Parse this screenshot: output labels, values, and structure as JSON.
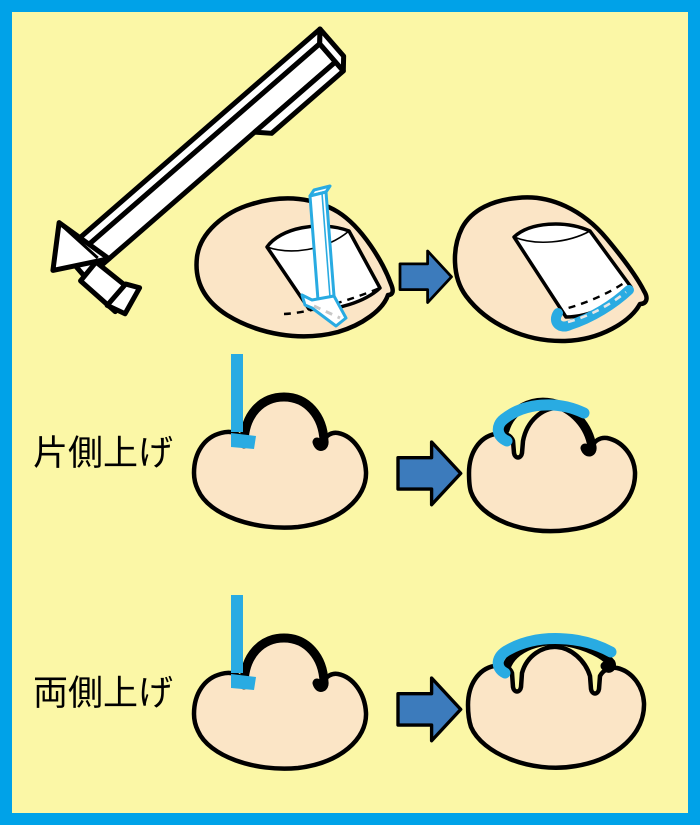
{
  "colors": {
    "border-blue": "#00A2E8",
    "bg-yellow": "#FBF7A6",
    "skin": "#FBE5C6",
    "nail-white": "#FFFFFF",
    "tool-blue": "#29ABE2",
    "arrow-blue": "#3C7BBC",
    "line-black": "#000000"
  },
  "figure": {
    "tool_icon": "nail-lift-wire-tool-3d",
    "top_row": {
      "before_icon": "toenail-top-view-tool-inserted",
      "arrow_icon": "right-arrow",
      "after_icon": "toenail-top-view-clip-attached"
    },
    "rows": [
      {
        "id": "one-side-lift",
        "label": "片側上げ",
        "before_icon": "toe-cross-section-tool-hooked",
        "arrow_icon": "right-arrow",
        "after_icon": "toe-cross-section-one-side-lifted"
      },
      {
        "id": "both-side-lift",
        "label": "両側上げ",
        "before_icon": "toe-cross-section-tool-hooked",
        "arrow_icon": "right-arrow",
        "after_icon": "toe-cross-section-both-sides-lifted"
      }
    ]
  }
}
